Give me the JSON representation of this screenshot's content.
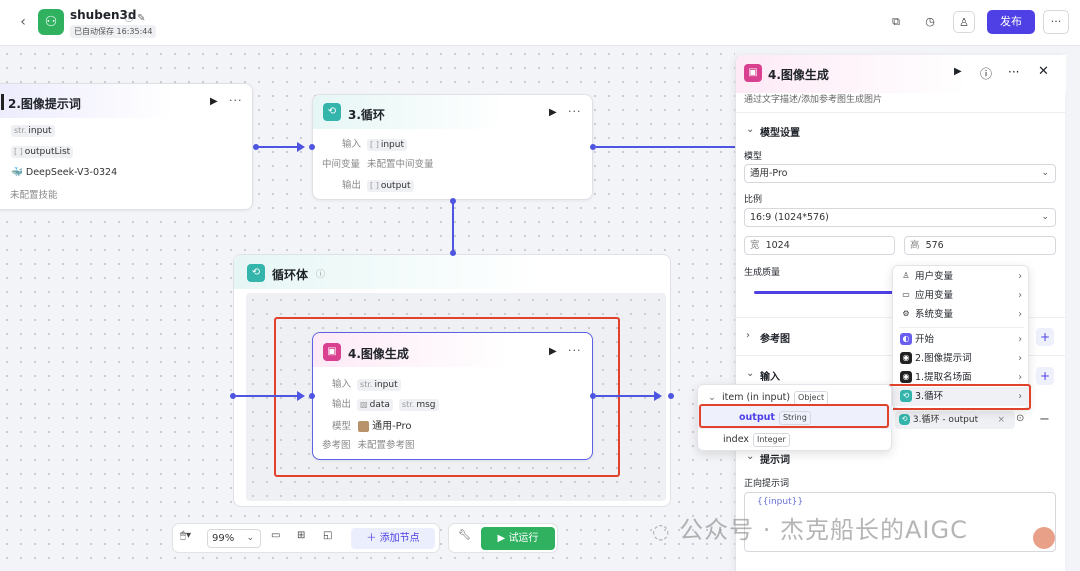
{
  "header": {
    "app_name": "shuben3d",
    "app_icons": "ⓘ ✎",
    "save_status": "已自动保存 16:35:44",
    "publish_label": "发布",
    "more_label": "···"
  },
  "nodes": {
    "prompt_node": {
      "title": "2.图像提示词",
      "input_type": "str.",
      "input_label": "input",
      "output_type": "[ ]",
      "output_label": "outputList",
      "model": "DeepSeek-V3-0324",
      "skill": "未配置技能"
    },
    "loop_node": {
      "title": "3.循环",
      "input_label": "输入",
      "input_type": "[ ]",
      "input_value": "input",
      "mid_label": "中间变量",
      "mid_value": "未配置中间变量",
      "output_label": "输出",
      "output_type": "[ ]",
      "output_value": "output"
    },
    "loop_body": {
      "title": "循环体"
    },
    "image_node": {
      "title": "4.图像生成",
      "input_label": "输入",
      "input_type": "str.",
      "input_value": "input",
      "output_label": "输出",
      "output_value1": "data",
      "output_type2": "str.",
      "output_value2": "msg",
      "model_label": "模型",
      "model_value": "通用-Pro",
      "ref_label": "参考图",
      "ref_value": "未配置参考图"
    }
  },
  "toolbar": {
    "zoom": "99%",
    "add_node": "添加节点",
    "run": "试运行"
  },
  "panel": {
    "title": "4.图像生成",
    "description": "通过文字描述/添加参考图生成图片",
    "section_model": "模型设置",
    "model_label": "模型",
    "model_value": "通用-Pro",
    "ratio_label": "比例",
    "ratio_value": "16:9 (1024*576)",
    "width_label": "宽",
    "width_value": "1024",
    "height_label": "高",
    "height_value": "576",
    "quality_label": "生成质量",
    "section_ref": "参考图",
    "section_input": "输入",
    "section_prompt": "提示词",
    "positive_label": "正向提示词",
    "prompt_value": "{{input}}",
    "selected_value": "3.循环 - output"
  },
  "menu": {
    "items": [
      "用户变量",
      "应用变量",
      "系统变量",
      "开始",
      "2.图像提示词",
      "1.提取名场面",
      "3.循环"
    ]
  },
  "submenu": {
    "item_label": "item (in input)",
    "item_type": "Object",
    "output_label": "output",
    "output_type": "String",
    "index_label": "index",
    "index_type": "Integer"
  },
  "watermark": "公众号 · 杰克船长的AIGC",
  "colors": {
    "accent": "#4e40e5",
    "run_green": "#2fb160",
    "highlight_red": "#e0422b",
    "connector": "#4e55e0"
  }
}
